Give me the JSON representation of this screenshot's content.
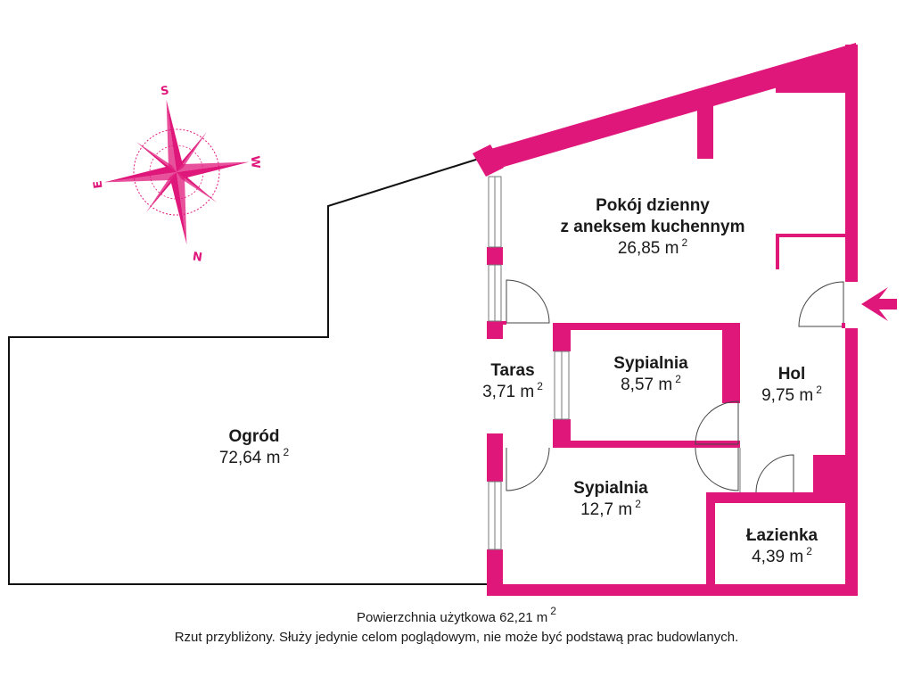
{
  "colors": {
    "wall": "#e0177b",
    "outline": "#111111",
    "text": "#1a1a1a",
    "background": "#ffffff"
  },
  "compass": {
    "icon": "compass-rose-icon",
    "top": "S",
    "right": "W",
    "bottom": "N",
    "left": "E"
  },
  "rooms": {
    "living": {
      "name_line1": "Pokój dzienny",
      "name_line2": "z aneksem kuchennym",
      "area": "26,85 m",
      "unit_sup": "2"
    },
    "terrace": {
      "name": "Taras",
      "area": "3,71 m",
      "unit_sup": "2"
    },
    "bedroom1": {
      "name": "Sypialnia",
      "area": "8,57 m",
      "unit_sup": "2"
    },
    "hall": {
      "name": "Hol",
      "area": "9,75 m",
      "unit_sup": "2"
    },
    "bedroom2": {
      "name": "Sypialnia",
      "area": "12,7 m",
      "unit_sup": "2"
    },
    "bathroom": {
      "name": "Łazienka",
      "area": "4,39 m",
      "unit_sup": "2"
    },
    "garden": {
      "name": "Ogród",
      "area": "72,64 m",
      "unit_sup": "2"
    }
  },
  "entrance": {
    "icon": "entrance-arrow-icon"
  },
  "footer": {
    "usable_area": "Powierzchnia użytkowa 62,21 m",
    "usable_area_sup": "2",
    "disclaimer": "Rzut przybliżony. Służy jedynie celom poglądowym, nie może być podstawą prac budowlanych."
  }
}
